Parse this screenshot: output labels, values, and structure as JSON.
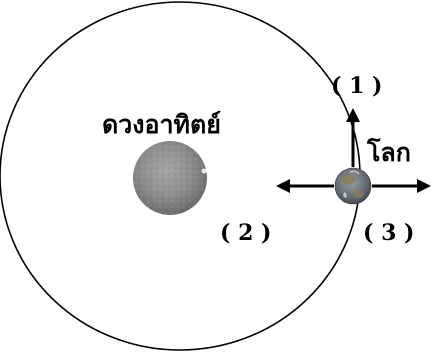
{
  "labels": {
    "sun": "ดวงอาทิตย์",
    "earth": "โลก",
    "direction_1": "( 1 )",
    "direction_2": "( 2 )",
    "direction_3": "( 3 )"
  },
  "colors": {
    "line": "#000000",
    "background": "#ffffff",
    "sun_fill": "#8a8a8a",
    "earth_land": "#7a6a55",
    "earth_water": "#4f5a6a"
  }
}
